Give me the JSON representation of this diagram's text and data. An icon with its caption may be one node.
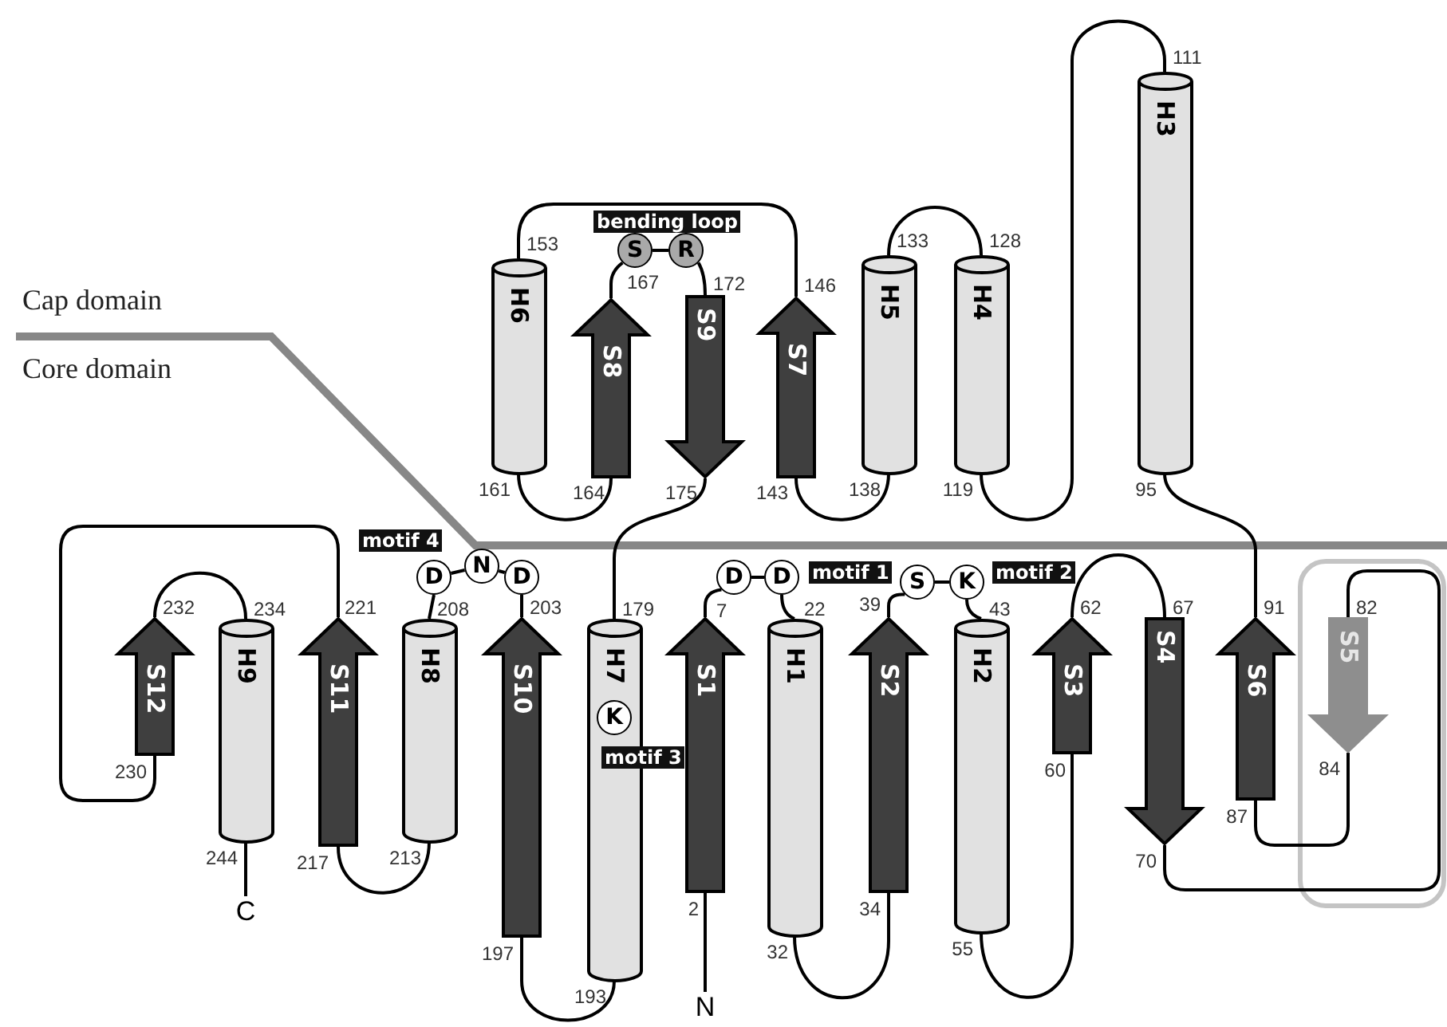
{
  "diagram": {
    "nodes": [
      {
        "text": [
          "N"
        ]
      },
      {
        "text": [
          "S1"
        ],
        "beside": [
          "2",
          "7"
        ]
      },
      {
        "text": [
          "D"
        ]
      },
      {
        "text": [
          "D"
        ]
      },
      {
        "text": [
          "H1"
        ],
        "beside": [
          "22",
          "32"
        ]
      },
      {
        "text": [
          "S2"
        ],
        "beside": [
          "34",
          "39"
        ]
      },
      {
        "text": [
          "S"
        ]
      },
      {
        "text": [
          "K"
        ]
      },
      {
        "text": [
          "H2"
        ],
        "beside": [
          "43",
          "55"
        ]
      },
      {
        "text": [
          "S3"
        ],
        "beside": [
          "60",
          "62"
        ]
      },
      {
        "text": [
          "S4"
        ],
        "beside": [
          "67",
          "70"
        ]
      },
      {
        "text": [
          "S5"
        ],
        "beside": [
          "82",
          "84"
        ]
      },
      {
        "text": [
          "S6"
        ],
        "beside": [
          "87",
          "91"
        ]
      },
      {
        "text": [
          "H3"
        ],
        "beside": [
          "95",
          "111"
        ]
      },
      {
        "text": [
          "H4"
        ],
        "beside": [
          "119",
          "128"
        ]
      },
      {
        "text": [
          "H5"
        ],
        "beside": [
          "133",
          "138"
        ]
      },
      {
        "text": [
          "S7"
        ],
        "beside": [
          "143",
          "146"
        ]
      },
      {
        "text": [
          "H6"
        ],
        "beside": [
          "153",
          "161"
        ]
      },
      {
        "text": [
          "S8"
        ],
        "beside": [
          "164",
          "167"
        ]
      },
      {
        "text": [
          "S"
        ]
      },
      {
        "text": [
          "R"
        ]
      },
      {
        "text": [
          "S9"
        ],
        "beside": [
          "172",
          "175"
        ]
      },
      {
        "text": [
          "H7"
        ],
        "beside": [
          "179",
          "193"
        ]
      },
      {
        "text": [
          "K"
        ],
        "in": 22
      },
      {
        "text": [
          "S10"
        ],
        "beside": [
          "197",
          "203"
        ]
      },
      {
        "text": [
          "D"
        ]
      },
      {
        "text": [
          "N"
        ]
      },
      {
        "text": [
          "D"
        ]
      },
      {
        "text": [
          "H8"
        ],
        "beside": [
          "208",
          "213"
        ]
      },
      {
        "text": [
          "S11"
        ],
        "beside": [
          "217",
          "221"
        ]
      },
      {
        "text": [
          "S12"
        ],
        "beside": [
          "230",
          "232"
        ]
      },
      {
        "text": [
          "H9"
        ],
        "beside": [
          "234",
          "244"
        ]
      },
      {
        "text": [
          "C"
        ]
      }
    ],
    "edges": [
      {
        "from": 0,
        "to": 1,
        "arrow": "none"
      },
      {
        "from": 1,
        "to": 2,
        "arrow": "none"
      },
      {
        "from": 2,
        "to": 3,
        "arrow": "none"
      },
      {
        "from": 3,
        "to": 4,
        "arrow": "none"
      },
      {
        "from": 4,
        "to": 5,
        "arrow": "none"
      },
      {
        "from": 5,
        "to": 6,
        "arrow": "none"
      },
      {
        "from": 6,
        "to": 7,
        "arrow": "none"
      },
      {
        "from": 7,
        "to": 8,
        "arrow": "none"
      },
      {
        "from": 8,
        "to": 9,
        "arrow": "none"
      },
      {
        "from": 9,
        "to": 10,
        "arrow": "none"
      },
      {
        "from": 10,
        "to": 11,
        "arrow": "none"
      },
      {
        "from": 11,
        "to": 12,
        "arrow": "none"
      },
      {
        "from": 12,
        "to": 13,
        "arrow": "none"
      },
      {
        "from": 13,
        "to": 14,
        "arrow": "none"
      },
      {
        "from": 14,
        "to": 15,
        "arrow": "none"
      },
      {
        "from": 15,
        "to": 16,
        "arrow": "none"
      },
      {
        "from": 16,
        "to": 17,
        "arrow": "none"
      },
      {
        "from": 17,
        "to": 18,
        "arrow": "none"
      },
      {
        "from": 18,
        "to": 19,
        "arrow": "none"
      },
      {
        "from": 19,
        "to": 20,
        "arrow": "none"
      },
      {
        "from": 20,
        "to": 21,
        "arrow": "none"
      },
      {
        "from": 21,
        "to": 22,
        "arrow": "none"
      },
      {
        "from": 22,
        "to": 24,
        "arrow": "none"
      },
      {
        "from": 24,
        "to": 27,
        "arrow": "none"
      },
      {
        "from": 27,
        "to": 26,
        "arrow": "none"
      },
      {
        "from": 26,
        "to": 25,
        "arrow": "none"
      },
      {
        "from": 25,
        "to": 28,
        "arrow": "none"
      },
      {
        "from": 28,
        "to": 29,
        "arrow": "none"
      },
      {
        "from": 29,
        "to": 30,
        "arrow": "none"
      },
      {
        "from": 30,
        "to": 31,
        "arrow": "none"
      },
      {
        "from": 31,
        "to": 32,
        "arrow": "none"
      }
    ],
    "labels": [
      "bending loop",
      "Cap domain",
      "Core domain",
      "motif 4",
      "motif 1",
      "motif 2",
      "motif 3"
    ]
  }
}
